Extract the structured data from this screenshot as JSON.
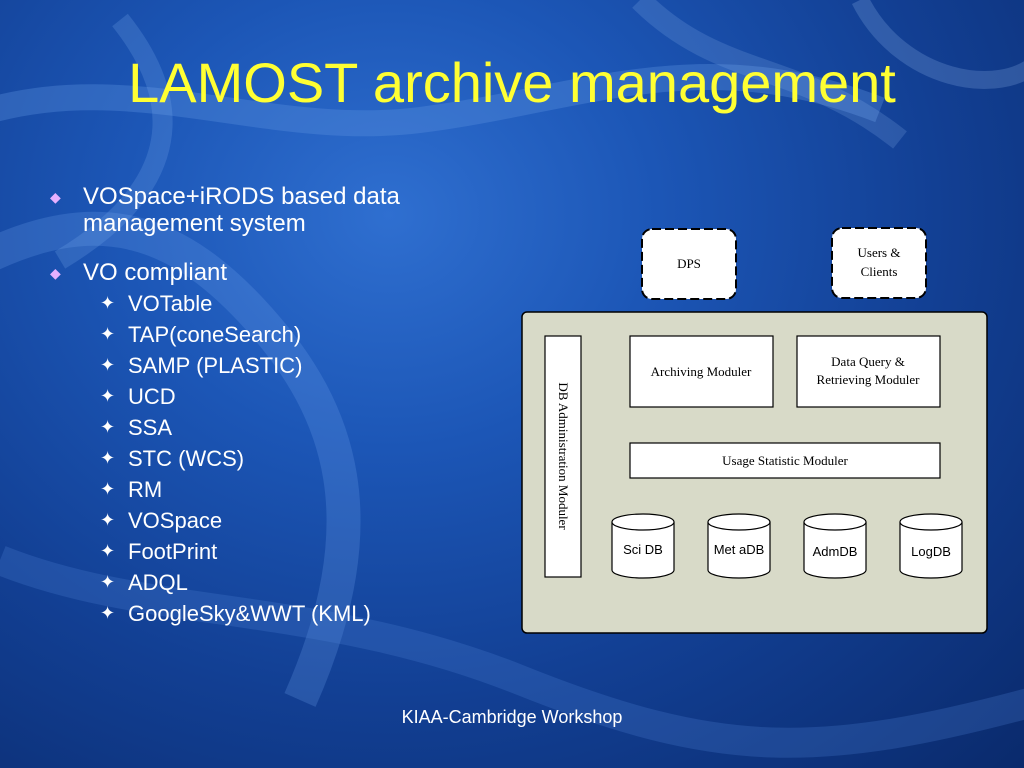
{
  "slide": {
    "title": "LAMOST archive management",
    "footer": "KIAA-Cambridge Workshop"
  },
  "bullets": [
    {
      "lines": [
        "VOSpace+iRODS based data",
        "management system"
      ],
      "subitems": []
    },
    {
      "lines": [
        "VO compliant"
      ],
      "subitems": [
        "VOTable",
        "TAP(coneSearch)",
        "SAMP (PLASTIC)",
        "UCD",
        "SSA",
        "STC (WCS)",
        "RM",
        "VOSpace",
        "FootPrint",
        "ADQL",
        "GoogleSky&WWT (KML)"
      ]
    }
  ],
  "diagram": {
    "external": {
      "dps": "DPS",
      "users_line1": "Users &",
      "users_line2": "Clients"
    },
    "db_admin": "DB Administration Moduler",
    "archiving": "Archiving Moduler",
    "query_line1": "Data Query &",
    "query_line2": "Retrieving Moduler",
    "usage": "Usage Statistic Moduler",
    "databases": [
      "Sci DB",
      "Met aDB",
      "AdmDB",
      "LogDB"
    ]
  },
  "colors": {
    "title": "#ffff33",
    "panel": "#d8dac8",
    "background": "#1c56b6",
    "bullet_marker": "#e6b0ff"
  }
}
